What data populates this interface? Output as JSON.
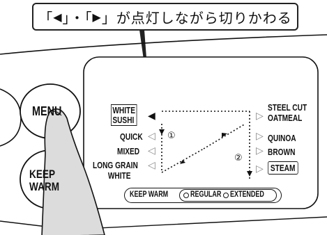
{
  "callout": {
    "open1": "「",
    "close1": "」・「",
    "close2": "」",
    "text": "が点灯しながら切りかわる"
  },
  "menu_button": {
    "label": "MENU"
  },
  "keep_warm_button": {
    "label_line1": "KEEP",
    "label_line2": "WARM"
  },
  "left_options": [
    {
      "line1": "WHITE",
      "line2": "SUSHI"
    },
    {
      "line1": "QUICK"
    },
    {
      "line1": "MIXED"
    },
    {
      "line1": "LONG GRAIN",
      "line2": "WHITE"
    }
  ],
  "right_options": [
    {
      "line1": "STEEL CUT",
      "line2": "OATMEAL"
    },
    {
      "line1": "QUINOA"
    },
    {
      "line1": "BROWN"
    },
    {
      "line1": "STEAM"
    }
  ],
  "steps": {
    "step1": "①",
    "step2": "②"
  },
  "keep_warm_bar": {
    "label": "KEEP WARM",
    "regular": "REGULAR",
    "extended": "EXTENDED"
  },
  "icons": [
    "left-triangle-icon",
    "right-triangle-icon",
    "finger-pointer"
  ],
  "colors": {
    "outline": "#111111",
    "indicator_active": "#111111",
    "indicator_inactive": "#888888",
    "finger_fill": "#dcdcdc"
  }
}
